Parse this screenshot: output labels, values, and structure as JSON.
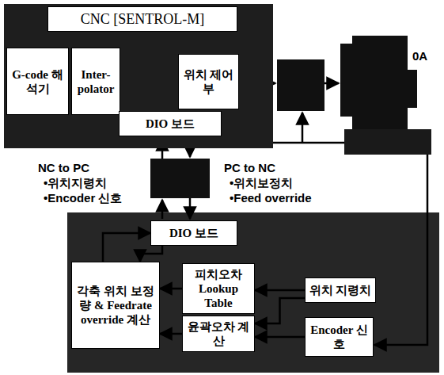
{
  "diagram": {
    "nodes": [
      {
        "text": [
          "CNC [SENTROL-M]"
        ]
      },
      {
        "text": [
          "G-code 해석기"
        ],
        "in": 0
      },
      {
        "text": [
          "Inter-polator"
        ],
        "in": 0
      },
      {
        "text": [
          "위치 제어부"
        ],
        "in": 0
      },
      {
        "text": [
          "DIO 보드"
        ],
        "in": 0
      },
      {
        "text": [
          "DIO 보드"
        ]
      },
      {
        "text": [
          "각축 위치 보정량 & Feedrate override 계산"
        ]
      },
      {
        "text": [
          "피치오차 Lookup Table"
        ]
      },
      {
        "text": [
          "윤곽오차 계산"
        ]
      },
      {
        "text": [
          "위치 지령치"
        ]
      },
      {
        "text": [
          "Encoder 신호"
        ]
      }
    ],
    "edges": [
      {
        "from": 5,
        "to": 6,
        "arrow": "to"
      },
      {
        "from": 6,
        "to": 5,
        "arrow": "to"
      },
      {
        "from": 7,
        "to": 6,
        "arrow": "to"
      },
      {
        "from": 8,
        "to": 6,
        "arrow": "to"
      },
      {
        "from": 9,
        "to": 7,
        "arrow": "to"
      },
      {
        "from": 9,
        "to": 8,
        "arrow": "to"
      },
      {
        "from": 10,
        "to": 8,
        "arrow": "to"
      }
    ],
    "labels": [
      "NC to PC",
      "•위치지령치",
      "•Encoder 신호",
      "PC to NC",
      "•위치보정치",
      "•Feed override",
      "0A"
    ]
  }
}
